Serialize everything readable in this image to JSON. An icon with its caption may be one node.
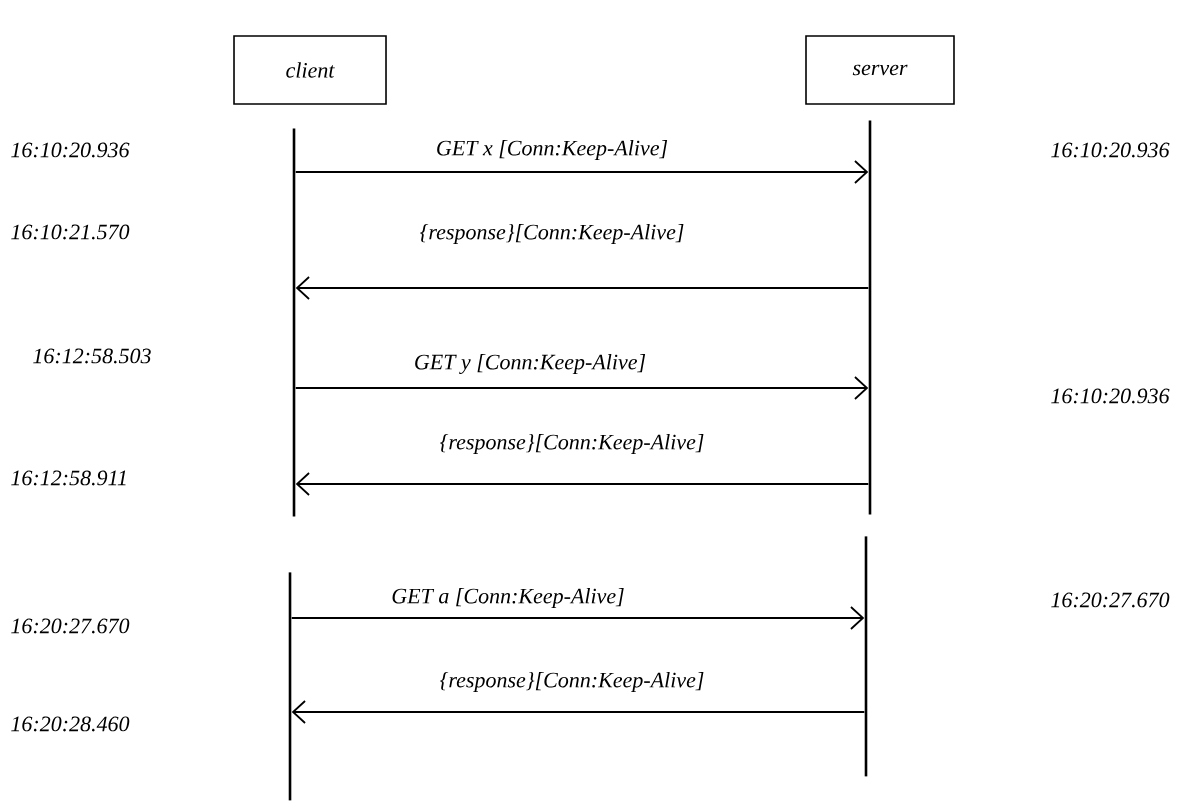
{
  "diagram": {
    "nodes": [
      {
        "text": [
          "client"
        ]
      },
      {
        "text": [
          "server"
        ]
      },
      {
        "text": [],
        "shape": "bar"
      },
      {
        "text": [],
        "shape": "bar"
      },
      {
        "text": [],
        "shape": "bar"
      },
      {
        "text": [],
        "shape": "bar"
      }
    ],
    "edges": [
      {
        "from": 2,
        "to": 4,
        "arrow": "to",
        "label": "GET x [Conn:Keep-Alive]"
      },
      {
        "from": 4,
        "to": 2,
        "arrow": "to",
        "label": "{response}[Conn:Keep-Alive]"
      },
      {
        "from": 2,
        "to": 4,
        "arrow": "to",
        "label": "GET y [Conn:Keep-Alive]"
      },
      {
        "from": 4,
        "to": 2,
        "arrow": "to",
        "label": "{response}[Conn:Keep-Alive]"
      },
      {
        "from": 3,
        "to": 5,
        "arrow": "to",
        "label": "GET a [Conn:Keep-Alive]"
      },
      {
        "from": 5,
        "to": 3,
        "arrow": "to",
        "label": "{response}[Conn:Keep-Alive]"
      }
    ],
    "labels": [
      "16:10:20.936",
      "16:10:20.936",
      "16:10:21.570",
      "16:12:58.503",
      "16:10:20.936",
      "16:12:58.911",
      "16:20:27.670",
      "16:20:27.670",
      "16:20:28.460"
    ]
  }
}
